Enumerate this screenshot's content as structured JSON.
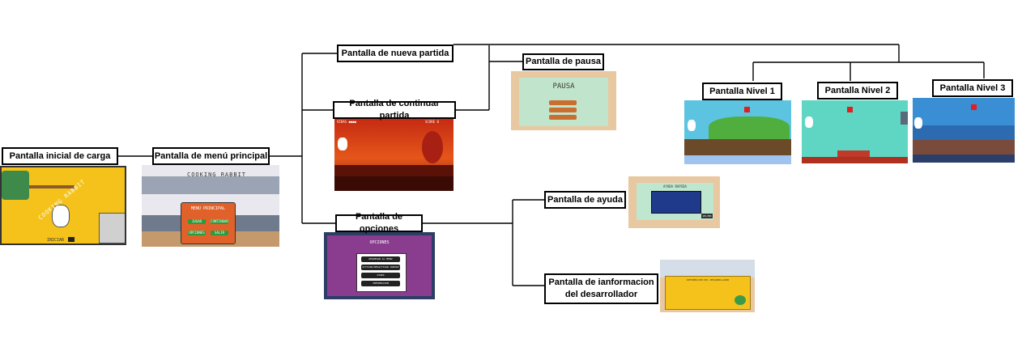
{
  "nodes": {
    "carga": "Pantalla inicial de carga",
    "menu": "Pantalla de menú principal",
    "nueva": "Pantalla de nueva partida",
    "continuar": "Pantalla de continuar partida",
    "opciones": "Pantalla de opciones",
    "pausa": "Pantalla de pausa",
    "nivel1": "Pantalla Nivel 1",
    "nivel2": "Pantalla  Nivel 2",
    "nivel3": "Pantalla Nivel 3",
    "ayuda": "Pantalla de ayuda",
    "info_line1": "Pantalla de ianformacion",
    "info_line2": "del desarrollador"
  },
  "screens": {
    "carga": {
      "logo": "COOKING RABBIT",
      "start_label": "INICIAR"
    },
    "menu": {
      "logo": "COOKING RABBIT",
      "title": "MENU PRINCIPAL",
      "buttons": [
        "JUGAR",
        "CONTINUAR",
        "OPCIONES",
        "SALIR"
      ]
    },
    "continuar": {
      "hud_left": "VIDAS ●●●●",
      "hud_right": "SCORE 0"
    },
    "pausa": {
      "title": "PAUSA"
    },
    "opciones": {
      "title": "OPCIONES",
      "buttons": [
        "REGRESAR AL MENU",
        "ACTIVAR/DESACTIVAR SONIDO",
        "AYUDA",
        "INFORMACION"
      ]
    },
    "ayuda": {
      "title": "AYUDA RAPIDA",
      "close_label": "VOLVER"
    },
    "info": {
      "title": "INFORMACION DEL DESARROLLADOR"
    }
  },
  "colors": {
    "line": "#000000",
    "menu_panel": "#e0622a",
    "opciones_panel": "#8a3d8f",
    "opciones_border": "#2c3e66",
    "pausa_bg": "#bfe6cf",
    "level_sky1": "#5cc4e0",
    "level_sky2": "#5fd6c4",
    "level_sky3": "#3a8fd4"
  }
}
